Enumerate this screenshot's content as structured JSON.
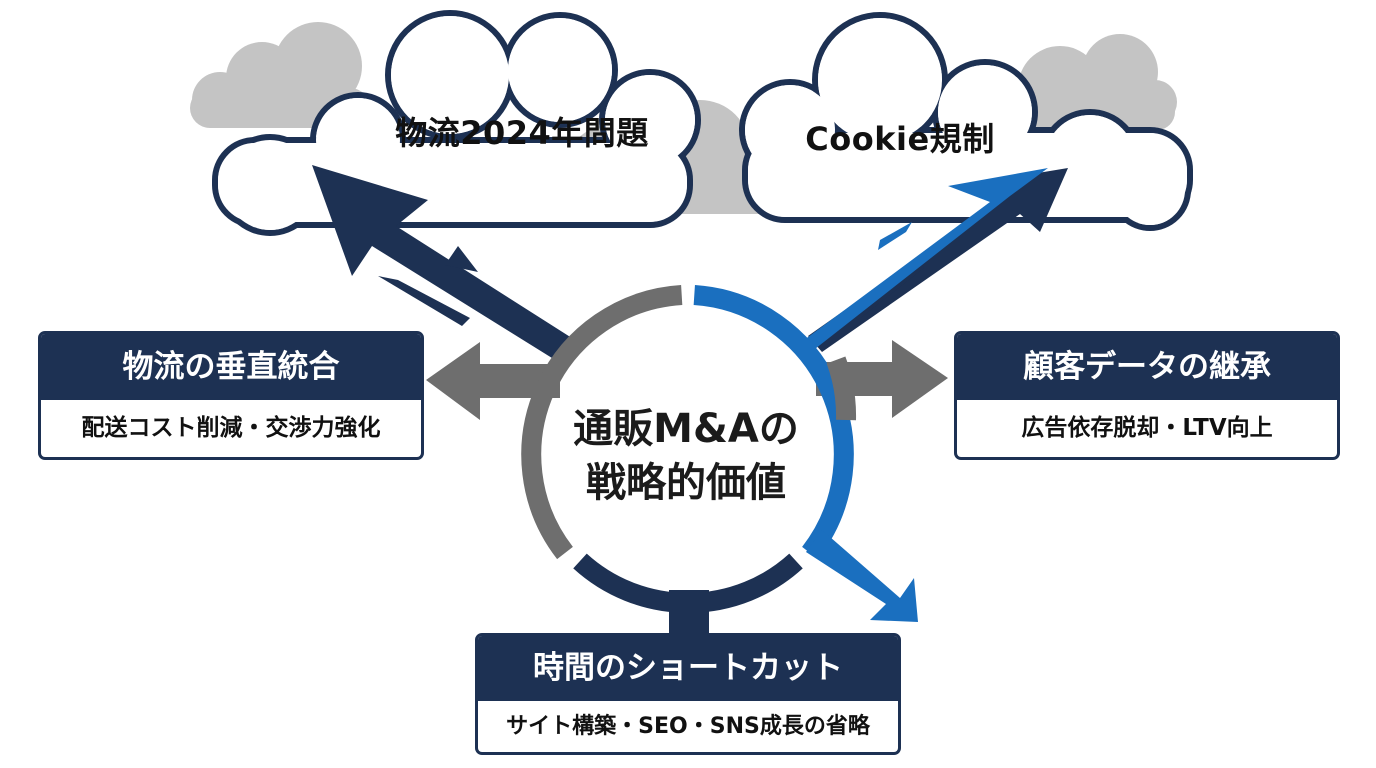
{
  "center": {
    "line1": "通販M&Aの",
    "line2": "戦略的価値"
  },
  "threats": [
    {
      "label": "物流2024年問題"
    },
    {
      "label": "Cookie規制"
    }
  ],
  "values": [
    {
      "title": "物流の垂直統合",
      "detail": "配送コスト削減・交渉力強化"
    },
    {
      "title": "顧客データの継承",
      "detail": "広告依存脱却・LTV向上"
    },
    {
      "title": "時間のショートカット",
      "detail": "サイト構築・SEO・SNS成長の省略"
    }
  ],
  "colors": {
    "navy": "#1d3153",
    "blue": "#1a6fbf",
    "gray": "#6e6e6e",
    "cloud_gray": "#c4c4c4"
  }
}
